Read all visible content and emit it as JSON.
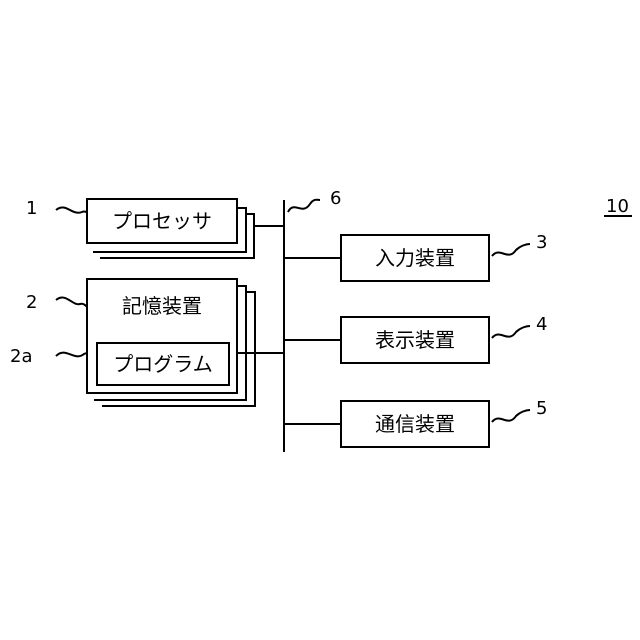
{
  "figure_ref": "10",
  "refs": {
    "processor": "1",
    "memory": "2",
    "program": "2a",
    "input": "3",
    "display": "4",
    "comm": "5",
    "bus": "6"
  },
  "labels": {
    "processor": "プロセッサ",
    "memory": "記憶装置",
    "program": "プログラム",
    "input": "入力装置",
    "display": "表示装置",
    "comm": "通信装置"
  }
}
